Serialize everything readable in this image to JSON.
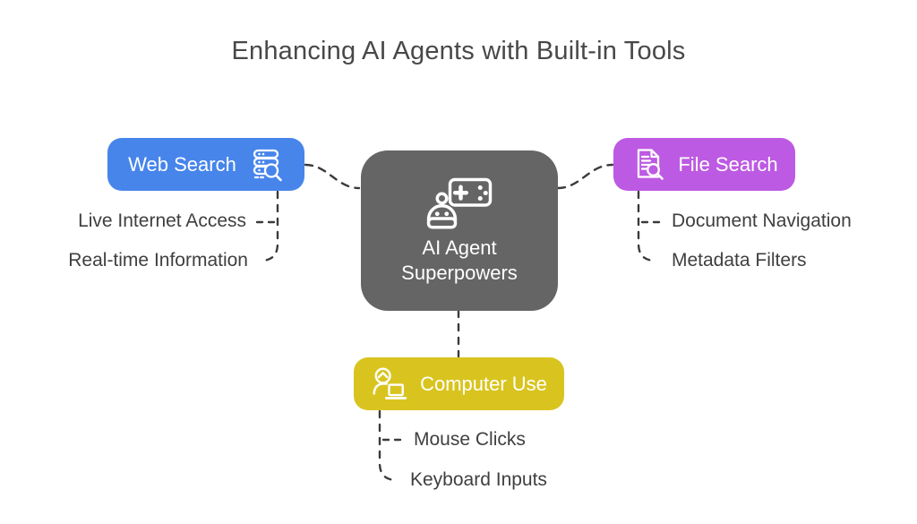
{
  "title": "Enhancing AI Agents with Built-in Tools",
  "colors": {
    "web_search": "#4785eb",
    "file_search": "#bd5ae3",
    "computer_use": "#d9c41f",
    "center_node": "#656565",
    "node_text": "#ffffff",
    "title_text": "#484848",
    "label_text": "#3f3f3f",
    "connector": "#3b3b3b"
  },
  "center_node": {
    "label_lines": [
      "AI Agent",
      "Superpowers"
    ],
    "icon": "robot-gamepad-icon"
  },
  "nodes": [
    {
      "id": "web-search",
      "label": "Web Search",
      "icon": "server-search-icon",
      "children": [
        "Live Internet Access",
        "Real-time Information"
      ]
    },
    {
      "id": "file-search",
      "label": "File Search",
      "icon": "document-search-icon",
      "children": [
        "Document Navigation",
        "Metadata Filters"
      ]
    },
    {
      "id": "computer-use",
      "label": "Computer Use",
      "icon": "person-laptop-icon",
      "children": [
        "Mouse Clicks",
        "Keyboard Inputs"
      ]
    }
  ]
}
